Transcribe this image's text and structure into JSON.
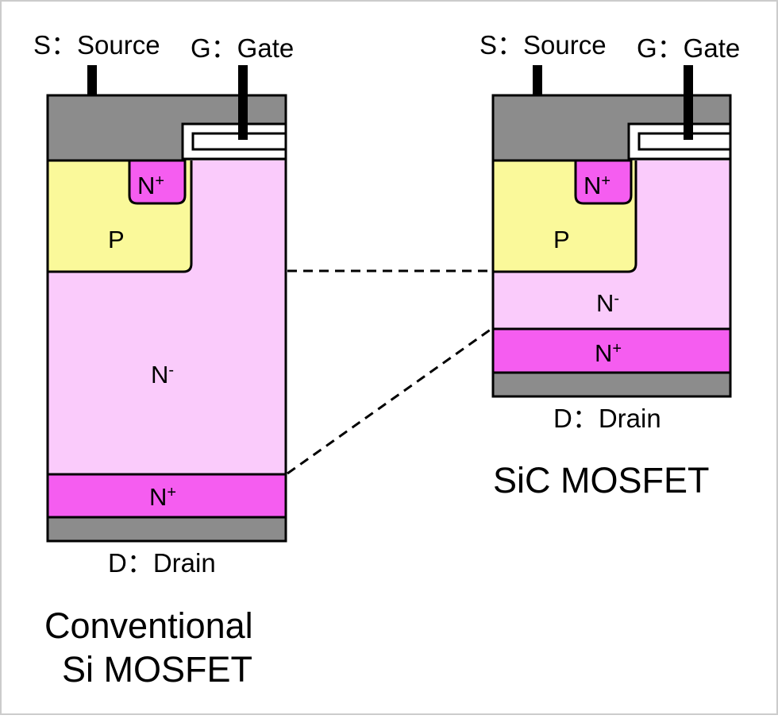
{
  "colors": {
    "metal": "#8c8c8c",
    "p_region": "#faf99a",
    "n_plus": "#f55df0",
    "n_minus": "#facbfb",
    "outline": "#000000",
    "frame": "#cccccc"
  },
  "si": {
    "source_label": "S：Source",
    "gate_label": "G：Gate",
    "drain_label": "D：Drain",
    "p_label": "P",
    "nplus_top": {
      "base": "N",
      "sup": "+"
    },
    "nminus": {
      "base": "N",
      "sup": "-"
    },
    "nplus_bottom": {
      "base": "N",
      "sup": "+"
    },
    "caption_line1": "Conventional",
    "caption_line2": "Si MOSFET"
  },
  "sic": {
    "source_label": "S：Source",
    "gate_label": "G：Gate",
    "drain_label": "D：Drain",
    "p_label": "P",
    "nplus_top": {
      "base": "N",
      "sup": "+"
    },
    "nminus": {
      "base": "N",
      "sup": "-"
    },
    "nplus_bottom": {
      "base": "N",
      "sup": "+"
    },
    "caption": "SiC MOSFET"
  }
}
